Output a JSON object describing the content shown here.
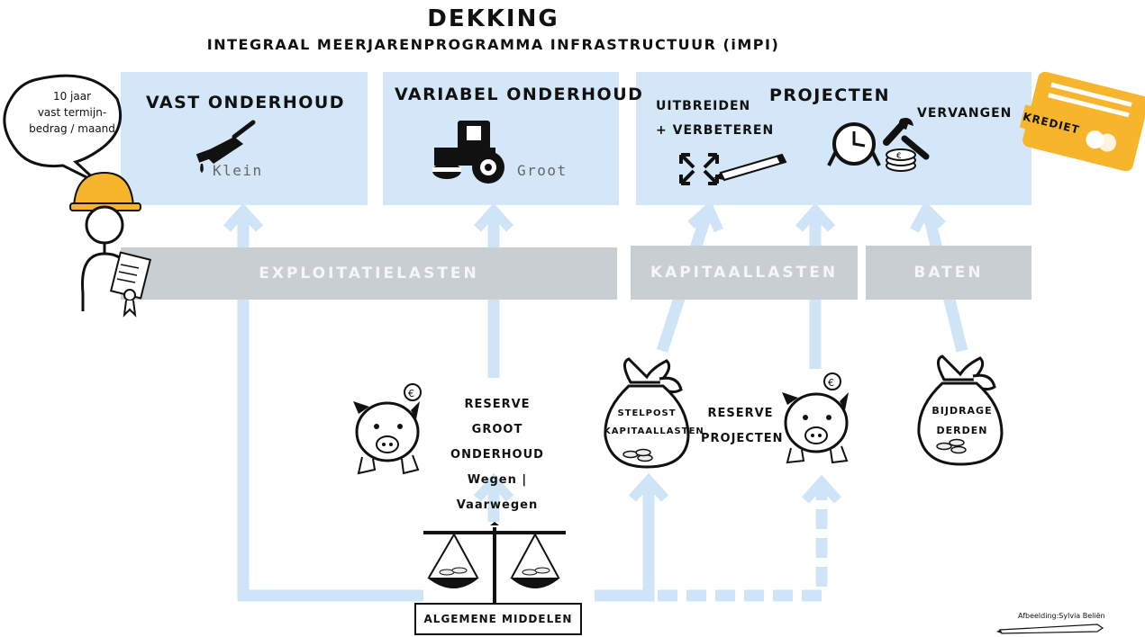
{
  "header": {
    "title": "DEKKING",
    "subtitle": "INTEGRAAL MEERJARENPROGRAMMA INFRASTRUCTUUR (iMPI)"
  },
  "speech_bubble": {
    "line1": "10 jaar",
    "line2": "vast termijn-",
    "line3": "bedrag / maand"
  },
  "panels": {
    "vast": {
      "title": "VAST ONDERHOUD",
      "size": "Klein"
    },
    "variabel": {
      "title": "VARIABEL ONDERHOUD",
      "size": "Groot"
    },
    "projecten": {
      "title": "PROJECTEN",
      "left_line1": "UITBREIDEN",
      "left_line2": "+ VERBETEREN",
      "right": "VERVANGEN"
    }
  },
  "card": {
    "label": "KREDIET"
  },
  "bands": {
    "exploitatie": "EXPLOITATIELASTEN",
    "kapitaal": "KAPITAALLASTEN",
    "baten": "BATEN"
  },
  "sources": {
    "reserve_go": {
      "line1": "RESERVE",
      "line2": "GROOT ONDERHOUD",
      "line3": "Wegen | Vaarwegen"
    },
    "stelpost": {
      "line1": "STELPOST",
      "line2": "KAPITAALLASTEN"
    },
    "reserve_proj": {
      "line1": "RESERVE",
      "line2": "PROJECTEN"
    },
    "bijdrage": {
      "line1": "BIJDRAGE",
      "line2": "DERDEN"
    },
    "algemene": "ALGEMENE MIDDELEN"
  },
  "credit": "Afbeelding:Sylvia Beliën",
  "colors": {
    "panel": "#d3e7f8",
    "arrow": "#cfe4f6",
    "band": "#c9ced3",
    "helmet": "#f7b52c",
    "card": "#f7b52c"
  }
}
